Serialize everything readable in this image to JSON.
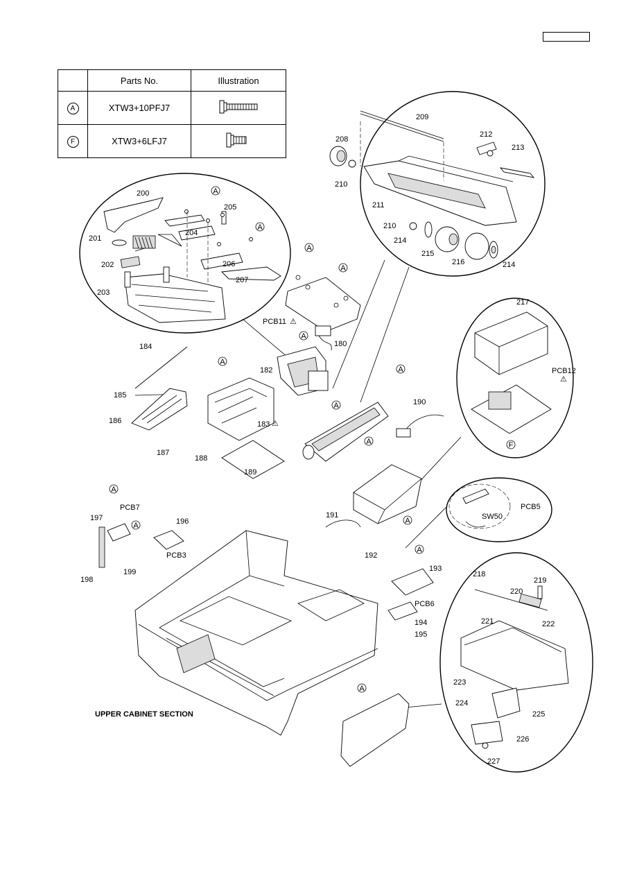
{
  "screw_table": {
    "headers": [
      "",
      "Parts No.",
      "Illustration"
    ],
    "rows": [
      {
        "symbol": "A",
        "part_no": "XTW3+10PFJ7"
      },
      {
        "symbol": "F",
        "part_no": "XTW3+6LFJ7"
      }
    ]
  },
  "section_title": "UPPER CABINET SECTION",
  "callouts": {
    "c209": "209",
    "c208": "208",
    "c210a": "210",
    "c211": "211",
    "c212": "212",
    "c213": "213",
    "c210b": "210",
    "c214a": "214",
    "c215": "215",
    "c216": "216",
    "c214b": "214",
    "c200": "200",
    "c205": "205",
    "c204": "204",
    "c201": "201",
    "c202": "202",
    "c206": "206",
    "c207": "207",
    "c203": "203",
    "pcb11": "PCB11",
    "c180": "180",
    "c184": "184",
    "c182": "182",
    "c185": "185",
    "c186": "186",
    "c183": "183",
    "c187": "187",
    "c188": "188",
    "c189": "189",
    "c190": "190",
    "c217": "217",
    "pcb12": "PCB12",
    "pcb5": "PCB5",
    "sw50": "SW50",
    "pcb7": "PCB7",
    "c197": "197",
    "c196": "196",
    "pcb3": "PCB3",
    "c199": "199",
    "c198": "198",
    "c191": "191",
    "c192": "192",
    "c193": "193",
    "pcb6": "PCB6",
    "c194": "194",
    "c195": "195",
    "c218": "218",
    "c219": "219",
    "c220": "220",
    "c221": "221",
    "c222": "222",
    "c223": "223",
    "c224": "224",
    "c225": "225",
    "c226": "226",
    "c227": "227"
  },
  "screw_markers": {
    "a": "A",
    "f": "F"
  },
  "caution_symbol": "⚠"
}
